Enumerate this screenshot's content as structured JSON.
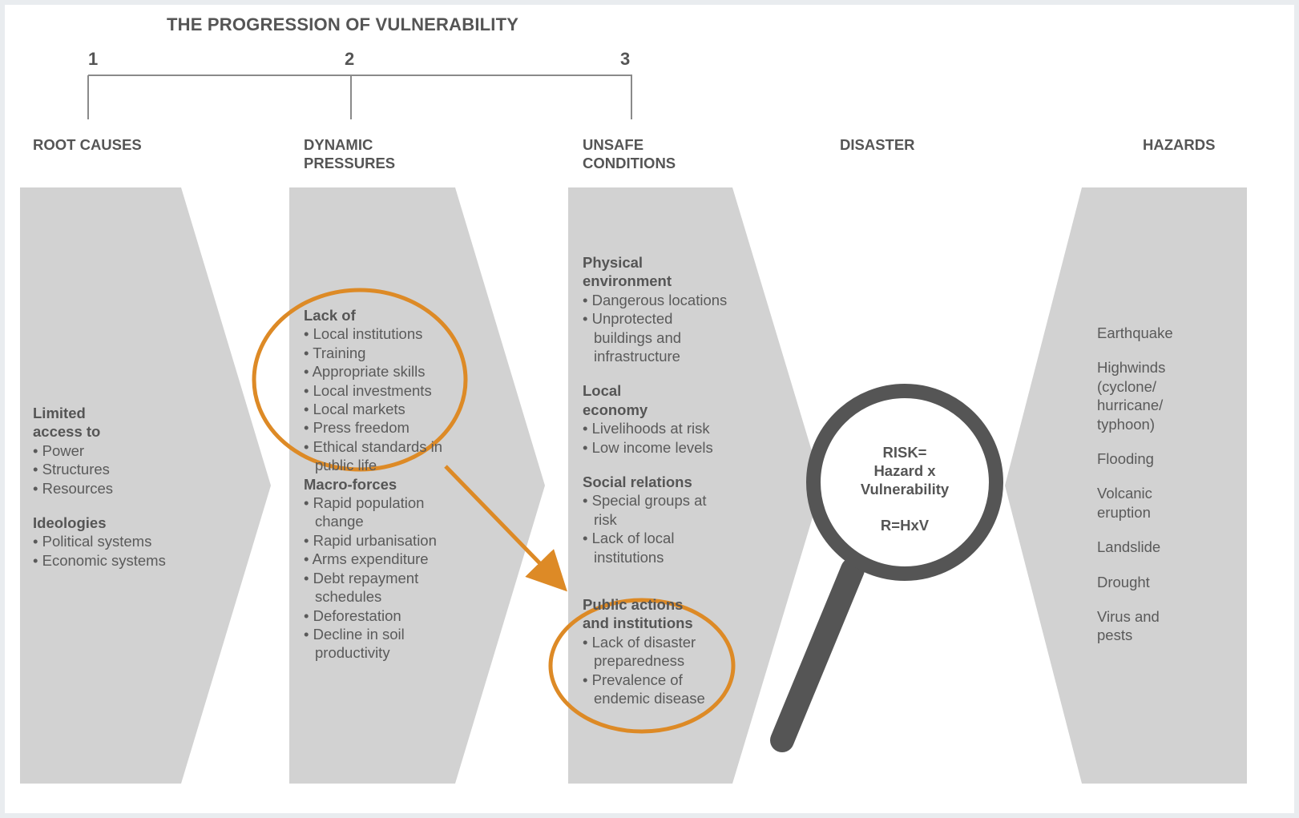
{
  "title": "THE PROGRESSION OF VULNERABILITY",
  "stages": [
    "1",
    "2",
    "3"
  ],
  "headings": {
    "root_causes": "ROOT CAUSES",
    "dynamic_1": "DYNAMIC",
    "dynamic_2": "PRESSURES",
    "unsafe_1": "UNSAFE",
    "unsafe_2": "CONDITIONS",
    "disaster": "DISASTER",
    "hazards": "HAZARDS"
  },
  "root_causes": {
    "limited_1": "Limited",
    "limited_2": "access to",
    "limited_items": [
      "• Power",
      "• Structures",
      "• Resources"
    ],
    "ideologies": "Ideologies",
    "ideology_items": [
      "• Political systems",
      "• Economic systems"
    ]
  },
  "dynamic_pressures": {
    "lack_of": "Lack of",
    "lack_items": [
      "• Local institutions",
      "• Training",
      "• Appropriate skills",
      "• Local investments",
      "• Local markets",
      "• Press freedom",
      "• Ethical standards in public life"
    ],
    "macro": "Macro-forces",
    "macro_items": [
      "• Rapid population change",
      "• Rapid urbanisation",
      "• Arms expenditure",
      "• Debt repayment schedules",
      "• Deforestation",
      "• Decline in soil productivity"
    ]
  },
  "unsafe_conditions": {
    "physical_1": "Physical",
    "physical_2": "environment",
    "physical_items": [
      "• Dangerous locations",
      "• Unprotected buildings and infrastructure"
    ],
    "local_1": "Local",
    "local_2": "economy",
    "local_items": [
      "• Livelihoods at risk",
      "• Low income levels"
    ],
    "social": "Social relations",
    "social_items": [
      "• Special groups at risk",
      "• Lack of local institutions"
    ],
    "public_1": "Public actions",
    "public_2": "and institutions",
    "public_items": [
      "• Lack of disaster preparedness",
      "• Prevalence of endemic disease"
    ]
  },
  "risk": {
    "line1": "RISK=",
    "line2": "Hazard x",
    "line3": "Vulnerability",
    "formula": "R=HxV"
  },
  "hazards": [
    "Earthquake",
    "Highwinds (cyclone/ hurricane/ typhoon)",
    "Flooding",
    "Volcanic eruption",
    "Landslide",
    "Drought",
    "Virus and pests"
  ],
  "colors": {
    "panel": "#d2d2d2",
    "highlight": "#dd8a26",
    "magnifier": "#555555",
    "text": "#5a5a5a"
  }
}
